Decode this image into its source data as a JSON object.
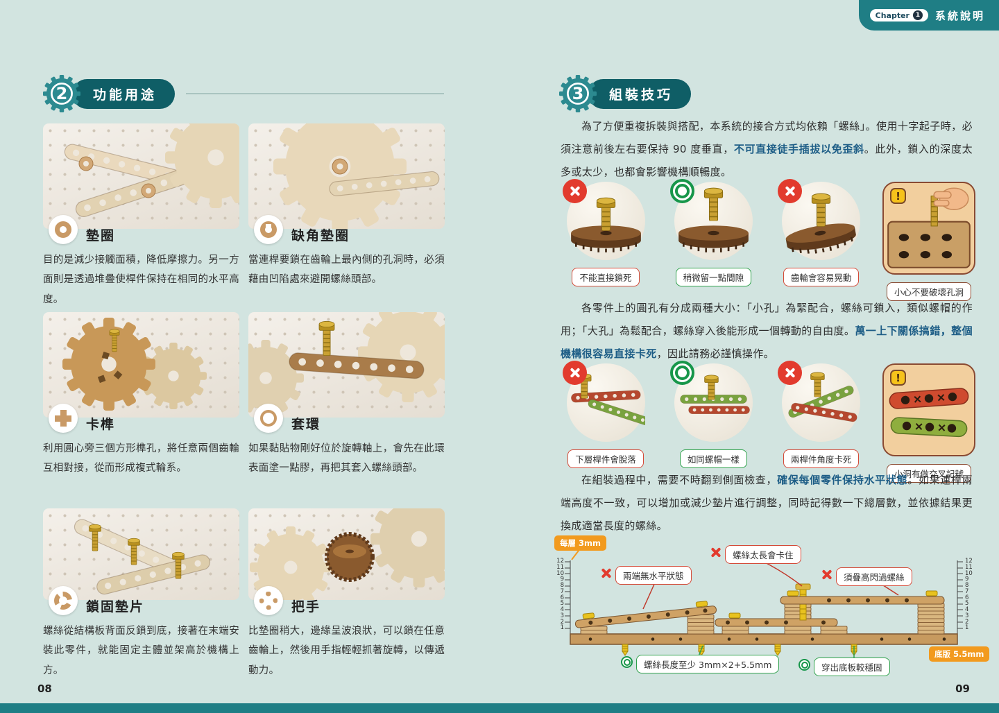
{
  "colors": {
    "background": "#d2e4e0",
    "teal_accent": "#1f7e85",
    "section_pill": "#0f5e66",
    "highlight_text": "#1d5d86",
    "error_red": "#e23b2e",
    "ok_green": "#17964a",
    "tag_orange": "#f29a1e",
    "wood_tan": "#cfa265"
  },
  "icons": {
    "alert": "!",
    "x_mark": "red-circle-cross",
    "o_mark": "green-double-ring"
  },
  "header": {
    "chapter_label": "Chapter",
    "chapter_number": "1",
    "title": "系統說明"
  },
  "left_page": {
    "page_number": "08",
    "section": {
      "number": "2",
      "title": "功能用途"
    },
    "items": [
      {
        "label": "墊圈",
        "desc": "目的是減少接觸面積，降低摩擦力。另一方面則是透過堆疊使桿件保持在相同的水平高度。"
      },
      {
        "label": "缺角墊圈",
        "desc": "當連桿要鎖在齒輪上最內側的孔洞時，必須藉由凹陷處來避開螺絲頭部。"
      },
      {
        "label": "卡榫",
        "desc": "利用圓心旁三個方形榫孔，將任意兩個齒輪互相對接，從而形成複式輪系。"
      },
      {
        "label": "套環",
        "desc": "如果黏貼物剛好位於旋轉軸上，會先在此環表面塗一點膠，再把其套入螺絲頭部。"
      },
      {
        "label": "鎖固墊片",
        "desc": "螺絲從結構板背面反鎖到底，接著在末端安裝此零件，就能固定主體並架高於機構上方。"
      },
      {
        "label": "把手",
        "desc": "比墊圈稍大，邊緣呈波浪狀，可以鎖在任意齒輪上，然後用手指輕輕抓著旋轉，以傳遞動力。"
      }
    ]
  },
  "right_page": {
    "page_number": "09",
    "section": {
      "number": "3",
      "title": "組裝技巧"
    },
    "paragraphs": {
      "p1": {
        "pre": "為了方便重複拆裝與搭配，本系統的接合方式均依賴「螺絲」。使用十字起子時，必須注意前後左右要保持 90 度垂直，",
        "bold": "不可直接徒手插拔以免歪斜",
        "post": "。此外，鎖入的深度太多或太少，也都會影響機構順暢度。"
      },
      "p2": {
        "pre": "各零件上的圓孔有分成兩種大小：「小孔」為緊配合，螺絲可鎖入，類似螺帽的作用；「大孔」為鬆配合，螺絲穿入後能形成一個轉動的自由度。",
        "bold": "萬一上下關係搞錯，整個機構很容易直接卡死",
        "post": "，因此請務必謹慎操作。"
      },
      "p3": {
        "pre": "在組裝過程中，需要不時翻到側面檢查，",
        "bold": "確保每個零件保持水平狀態",
        "post": "。如果連桿兩端高度不一致，可以增加或減少墊片進行調整，同時記得數一下總層數，並依據結果更換成適當長度的螺絲。"
      }
    },
    "demo_row1": [
      {
        "mark": "x",
        "label": "不能直接鎖死"
      },
      {
        "mark": "o",
        "label": "稍微留一點間隙"
      },
      {
        "mark": "x",
        "label": "齒輪會容易晃動"
      },
      {
        "mark": "card",
        "label": "小心不要破壞孔洞"
      }
    ],
    "demo_row2": [
      {
        "mark": "x",
        "label": "下層桿件會脫落"
      },
      {
        "mark": "o",
        "label": "如同螺帽一樣"
      },
      {
        "mark": "x",
        "label": "兩桿件角度卡死"
      },
      {
        "mark": "card",
        "label": "小洞有做交叉記號"
      }
    ],
    "diagram": {
      "layer_tag": "每層 3mm",
      "base_tag": "底版 5.5mm",
      "x_labels": [
        "兩端無水平狀態",
        "螺絲太長會卡住",
        "須疊高閃過螺絲"
      ],
      "ok_labels": [
        "螺絲長度至少 3mm×2+5.5mm",
        "穿出底板較穩固"
      ],
      "ruler_numbers": "12\n11\n10\n9\n8\n7\n6\n5\n4\n3\n2\n1"
    }
  }
}
